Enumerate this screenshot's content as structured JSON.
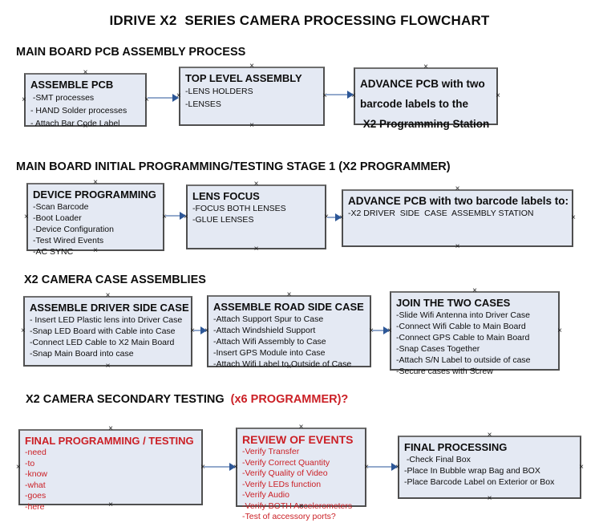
{
  "page": {
    "title": "IDRIVE X2  SERIES CAMERA PROCESSING FLOWCHART"
  },
  "glyphs": {
    "handle": "×"
  },
  "colors": {
    "box_fill": "#e4e9f3",
    "box_border": "#4f4f4f",
    "accent_red": "#cb2026",
    "arrow_line": "#93a9cc",
    "arrow_head": "#2d5797"
  },
  "sections": [
    {
      "heading": "MAIN BOARD PCB ASSEMBLY PROCESS",
      "boxes": [
        {
          "title": "ASSEMBLE PCB",
          "items": [
            " -SMT processes",
            "- HAND Solder processes",
            "- Attach Bar Code Label"
          ]
        },
        {
          "title": "TOP LEVEL ASSEMBLY",
          "items": [
            "-LENS HOLDERS",
            "-LENSES"
          ]
        },
        {
          "title": "",
          "items": [
            "ADVANCE PCB with two",
            "barcode labels to the",
            " X2 Programming Station"
          ]
        }
      ]
    },
    {
      "heading": "MAIN BOARD INITIAL PROGRAMMING/TESTING STAGE 1 (X2 PROGRAMMER)",
      "boxes": [
        {
          "title": "DEVICE PROGRAMMING",
          "items": [
            "-Scan Barcode",
            "-Boot Loader",
            "-Device Configuration",
            "-Test Wired Events",
            "-AC SYNC"
          ]
        },
        {
          "title": "LENS FOCUS",
          "items": [
            "-FOCUS BOTH LENSES",
            "-GLUE LENSES"
          ]
        },
        {
          "title": "ADVANCE PCB with two barcode labels to:",
          "items": [
            "-X2 DRIVER  SIDE  CASE  ASSEMBLY STATION"
          ]
        }
      ]
    },
    {
      "heading": "X2 CAMERA CASE ASSEMBLIES",
      "boxes": [
        {
          "title": "ASSEMBLE DRIVER SIDE CASE",
          "items": [
            "- Insert LED Plastic lens into Driver Case",
            "-Snap LED Board with Cable into Case",
            "-Connect LED Cable to X2 Main Board",
            "-Snap Main Board into case"
          ]
        },
        {
          "title": "ASSEMBLE ROAD SIDE CASE",
          "items": [
            "-Attach Support Spur to Case",
            "-Attach Windshield Support",
            "-Attach Wifi Assembly to Case",
            "-Insert GPS Module into Case",
            "-Attach Wifi Label to Outside of Case"
          ]
        },
        {
          "title": "JOIN THE TWO CASES",
          "items": [
            "-Slide Wifi Antenna into Driver Case",
            "-Connect Wifi Cable to Main Board",
            "-Connect GPS Cable to Main Board",
            "-Snap Cases Together",
            "-Attach S/N Label to outside of case",
            "-Secure cases with Screw"
          ]
        }
      ]
    },
    {
      "heading": "X2 CAMERA SECONDARY TESTING ",
      "heading_red": " (x6 PROGRAMMER)?",
      "boxes": [
        {
          "title": "FINAL PROGRAMMING / TESTING",
          "items": [
            "-need",
            "-to",
            "-know",
            "-what",
            "-goes",
            "-here"
          ]
        },
        {
          "title": "REVIEW OF EVENTS",
          "items": [
            "-Verify Transfer",
            "-Verify Correct Quantity",
            "-Verify Quality of Video",
            "-Verify LEDs function",
            "-Verify Audio",
            "-Verify BOTH Accelerometers",
            "-Test of accessory ports?"
          ]
        },
        {
          "title": "FINAL PROCESSING",
          "items": [
            " -Check Final Box",
            "-Place In Bubble wrap Bag and BOX",
            "-Place Barcode Label on Exterior or Box"
          ]
        }
      ]
    }
  ]
}
